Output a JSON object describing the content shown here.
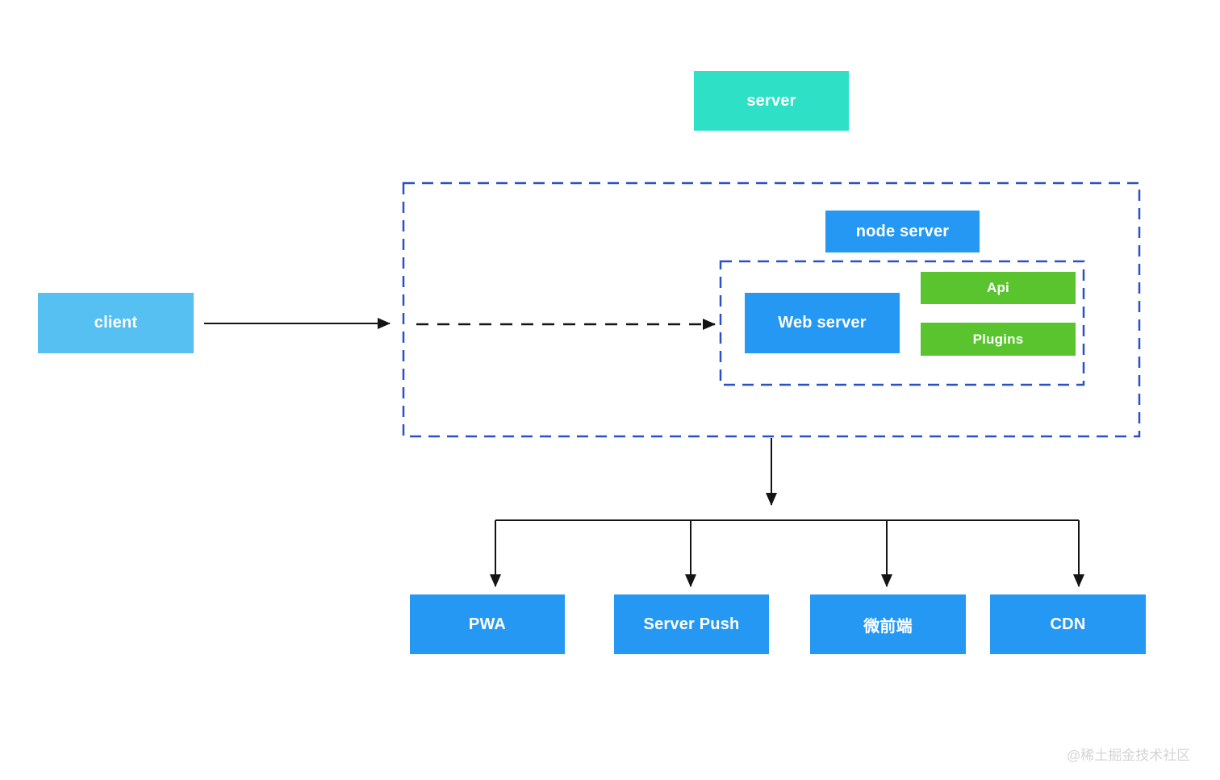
{
  "diagram": {
    "server_label": "server",
    "client_label": "client",
    "node_server_label": "node server",
    "web_server_label": "Web server",
    "api_label": "Api",
    "plugins_label": "Plugins",
    "bottom_boxes": [
      {
        "label": "PWA"
      },
      {
        "label": "Server Push"
      },
      {
        "label": "微前端"
      },
      {
        "label": "CDN"
      }
    ],
    "watermark": "@稀土掘金技术社区",
    "colors": {
      "teal": "#2ee0c6",
      "light_blue": "#57c0f2",
      "blue": "#2598f3",
      "green": "#5ac42f",
      "dashed_border": "#2b50c8",
      "line": "#141414",
      "watermark": "#d4d4d4"
    }
  }
}
